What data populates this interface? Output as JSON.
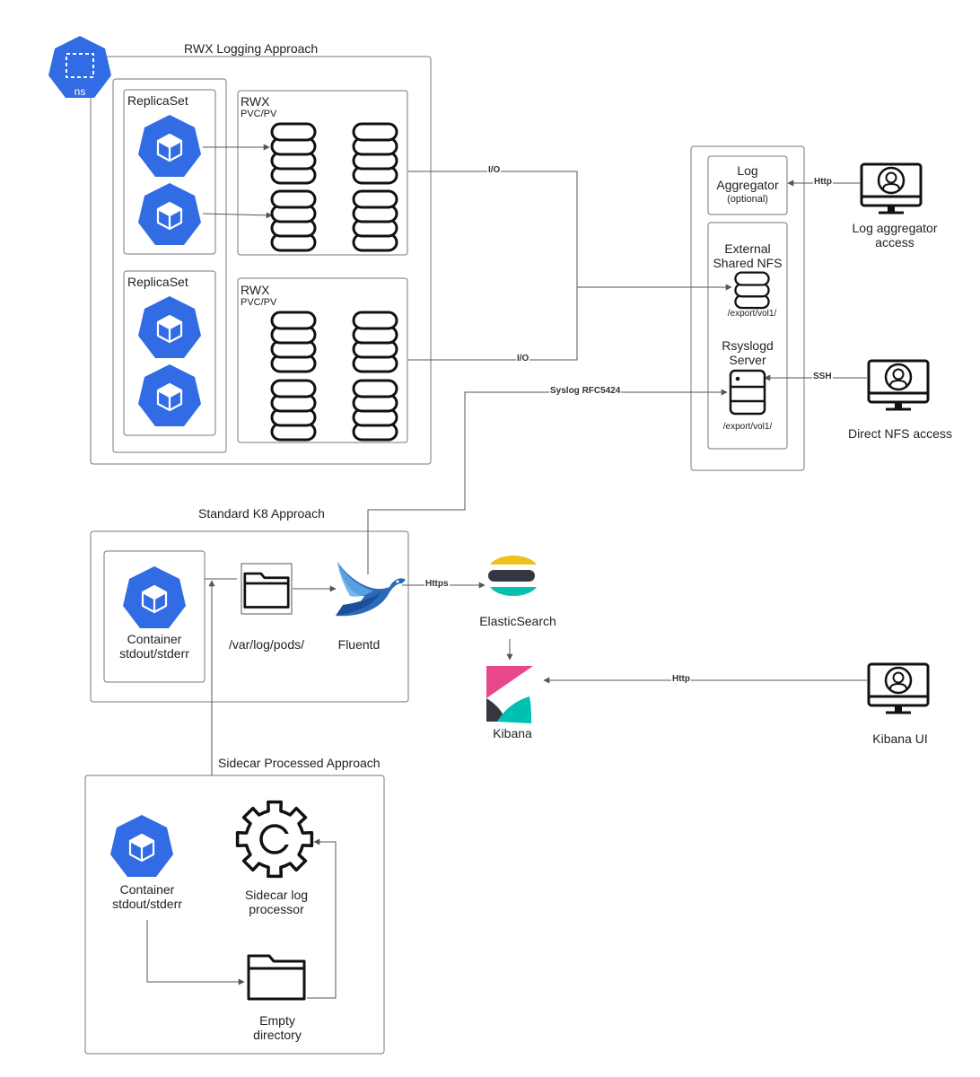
{
  "groups": {
    "rwx_title": "RWX Logging Approach",
    "ns_label": "ns",
    "replicaset_1": "ReplicaSet",
    "replicaset_2": "ReplicaSet",
    "rwx_1_title": "RWX",
    "rwx_1_sub": "PVC/PV",
    "rwx_2_title": "RWX",
    "rwx_2_sub": "PVC/PV",
    "standard_title": "Standard K8 Approach",
    "sidecar_title": "Sidecar Processed Approach"
  },
  "nodes": {
    "log_aggregator": "Log Aggregator",
    "log_aggregator_note": "(optional)",
    "external_nfs": "External Shared NFS",
    "nfs_path": "/export/vol1/",
    "rsyslogd": "Rsyslogd Server",
    "rsyslogd_path": "/export/vol1/",
    "log_aggregator_access": "Log aggregator access",
    "direct_nfs_access": "Direct NFS access",
    "container_std": "Container stdout/stderr",
    "var_log_pods": "/var/log/pods/",
    "fluentd": "Fluentd",
    "elasticsearch": "ElasticSearch",
    "kibana": "Kibana",
    "kibana_ui": "Kibana UI",
    "sidecar_container": "Container stdout/stderr",
    "sidecar_processor": "Sidecar log processor",
    "empty_directory": "Empty directory"
  },
  "edges": {
    "io_1": "I/O",
    "io_2": "I/O",
    "http_aggregator": "Http",
    "ssh": "SSH",
    "syslog": "Syslog RFC5424",
    "https": "Https",
    "http_kibana": "Http"
  },
  "colors": {
    "k8s_blue": "#326ce5",
    "line": "#555555",
    "box_border": "#777777",
    "elastic_yellow": "#f0bf1a",
    "elastic_teal": "#07c1b0",
    "elastic_dark": "#343741",
    "kibana_pink": "#e8478b",
    "kibana_teal": "#00bfb3",
    "fluentd_blue": "#2a6ab8"
  }
}
